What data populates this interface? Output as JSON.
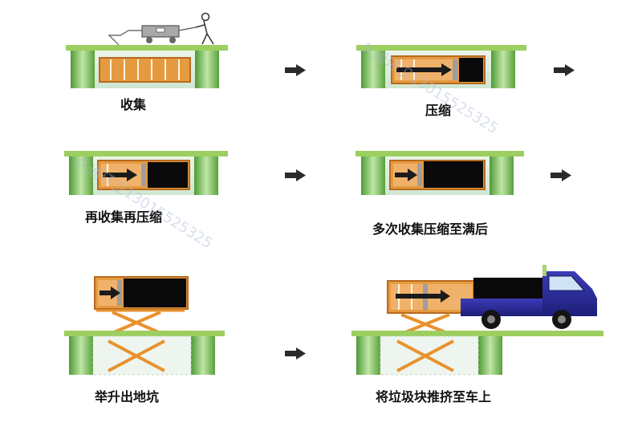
{
  "captions": {
    "step1": "收集",
    "step2": "压缩",
    "step3": "再收集再压缩",
    "step4": "多次收集压缩至满后",
    "step5": "举升出地坑",
    "step6": "将垃圾块推挤至车上"
  },
  "watermark": {
    "text1": "久通环卫13015525325",
    "text2": "久通环卫13015525325"
  },
  "colors": {
    "ground": "#9ccf5f",
    "pit_wall": "#5aa03c",
    "pit_wall_light": "#d7efc4",
    "container": "#e59a3f",
    "container_dark": "#b86a1e",
    "scissor": "#e8922e",
    "truck_body": "#2f2f9c",
    "truck_dark": "#14145a",
    "arrow": "#2a2a2a",
    "waste": "#0a0a0a"
  }
}
